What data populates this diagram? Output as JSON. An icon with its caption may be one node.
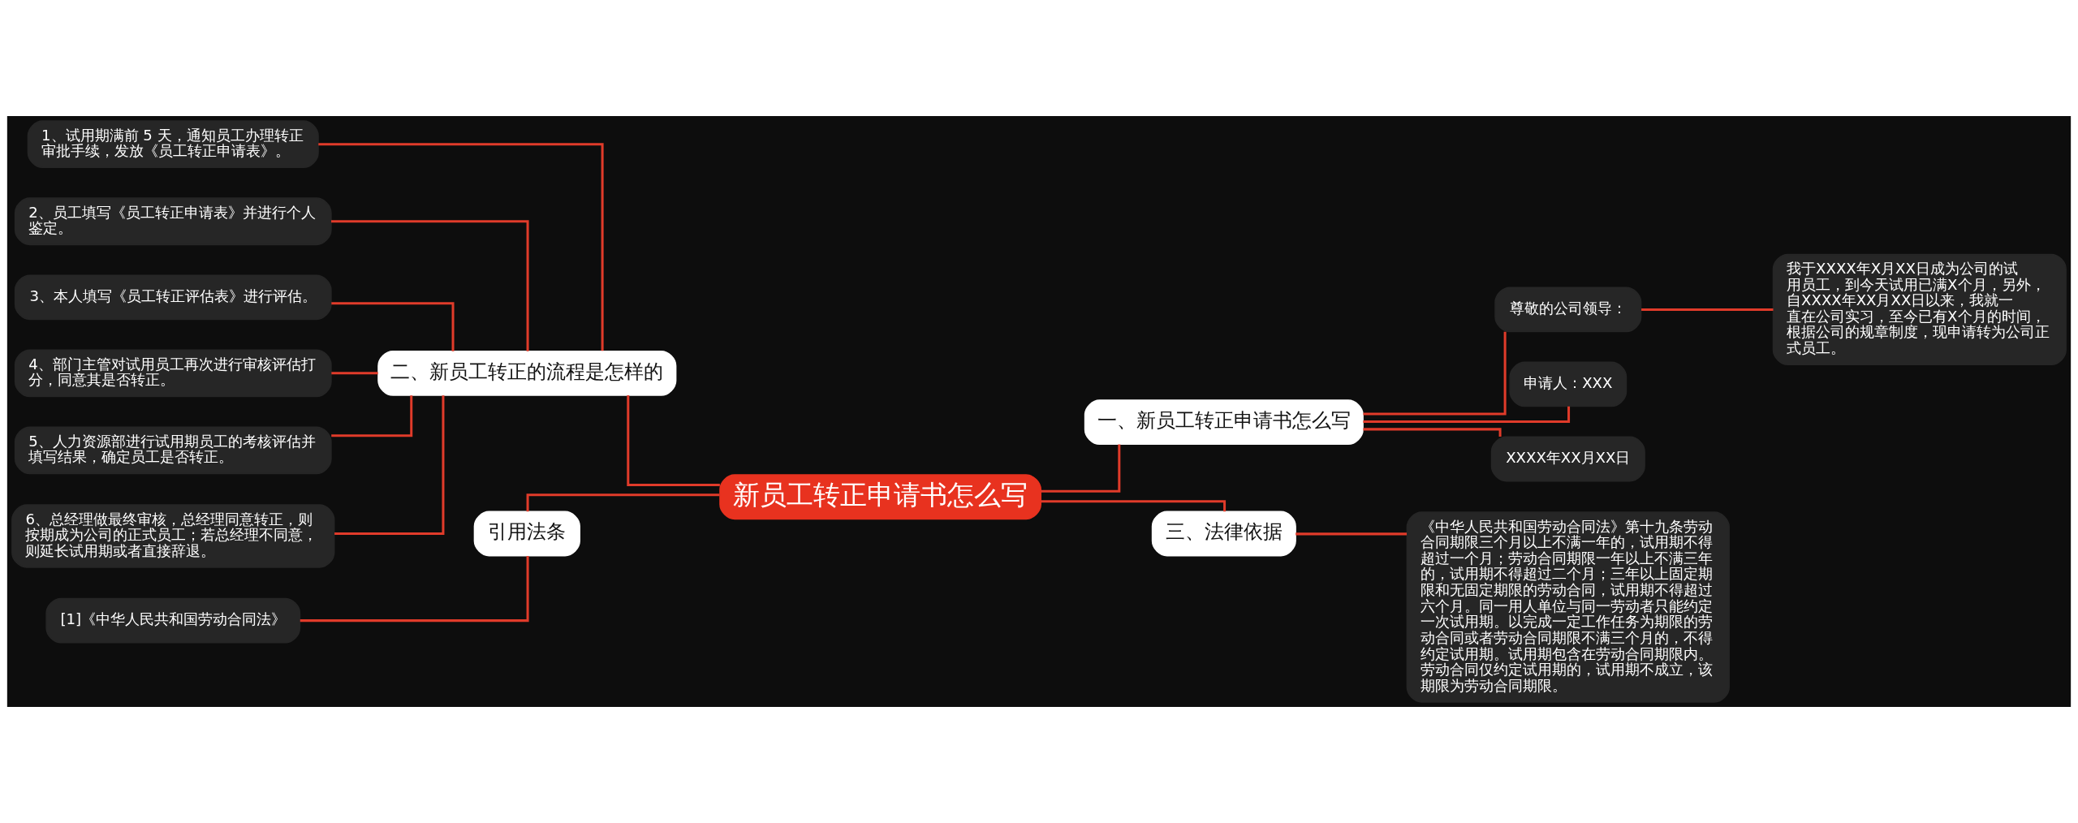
{
  "diagram": {
    "nodes": [
      {
        "text": [
          "新员工转正申请书怎么写"
        ]
      },
      {
        "text": [
          "二、新员工转正的流程是怎样的"
        ]
      },
      {
        "text": [
          "1、试用期满前 5 天，通知员工办理转正审批手续，发放《员工转正申请表》。"
        ]
      },
      {
        "text": [
          "2、员工填写《员工转正申请表》并进行个人鉴定。"
        ]
      },
      {
        "text": [
          "3、本人填写《员工转正评估表》进行评估。"
        ]
      },
      {
        "text": [
          "4、部门主管对试用员工再次进行审核评估打分，同意其是否转正。"
        ]
      },
      {
        "text": [
          "5、人力资源部进行试用期员工的考核评估并填写结果，确定员工是否转正。"
        ]
      },
      {
        "text": [
          "6、总经理做最终审核，总经理同意转正，则按期成为公司的正式员工；若总经理不同意，则延长试用期或者直接辞退。"
        ]
      },
      {
        "text": [
          "引用法条"
        ]
      },
      {
        "text": [
          "[1]《中华人民共和国劳动合同法》"
        ]
      },
      {
        "text": [
          "一、新员工转正申请书怎么写"
        ]
      },
      {
        "text": [
          "尊敬的公司领导："
        ]
      },
      {
        "text": [
          "我于XXXX年X月XX日成为公司的试用员工，到今天试用已满X个月，另外，自XXXX年XX月XX日以来，我就一直在公司实习，至今已有X个月的时间，根据公司的规章制度，现申请转为公司正式员工。"
        ]
      },
      {
        "text": [
          "申请人：XXX"
        ]
      },
      {
        "text": [
          "XXXX年XX月XX日"
        ]
      },
      {
        "text": [
          "三、法律依据"
        ]
      },
      {
        "text": [
          "《中华人民共和国劳动合同法》第十九条劳动合同期限三个月以上不满一年的，试用期不得超过一个月；劳动合同期限一年以上不满三年的，试用期不得超过二个月；三年以上固定期限和无固定期限的劳动合同，试用期不得超过六个月。同一用人单位与同一劳动者只能约定一次试用期。以完成一定工作任务为期限的劳动合同或者劳动合同期限不满三个月的，不得约定试用期。试用期包含在劳动合同期限内。劳动合同仅约定试用期的，试用期不成立，该期限为劳动合同期限。"
        ]
      }
    ],
    "edges": [
      {
        "from": 0,
        "to": 1,
        "arrow": "none"
      },
      {
        "from": 1,
        "to": 2,
        "arrow": "none"
      },
      {
        "from": 1,
        "to": 3,
        "arrow": "none"
      },
      {
        "from": 1,
        "to": 4,
        "arrow": "none"
      },
      {
        "from": 1,
        "to": 5,
        "arrow": "none"
      },
      {
        "from": 1,
        "to": 6,
        "arrow": "none"
      },
      {
        "from": 1,
        "to": 7,
        "arrow": "none"
      },
      {
        "from": 0,
        "to": 8,
        "arrow": "none"
      },
      {
        "from": 8,
        "to": 9,
        "arrow": "none"
      },
      {
        "from": 0,
        "to": 10,
        "arrow": "none"
      },
      {
        "from": 10,
        "to": 11,
        "arrow": "none"
      },
      {
        "from": 11,
        "to": 12,
        "arrow": "none"
      },
      {
        "from": 10,
        "to": 13,
        "arrow": "none"
      },
      {
        "from": 10,
        "to": 14,
        "arrow": "none"
      },
      {
        "from": 0,
        "to": 15,
        "arrow": "none"
      },
      {
        "from": 15,
        "to": 16,
        "arrow": "none"
      }
    ]
  }
}
